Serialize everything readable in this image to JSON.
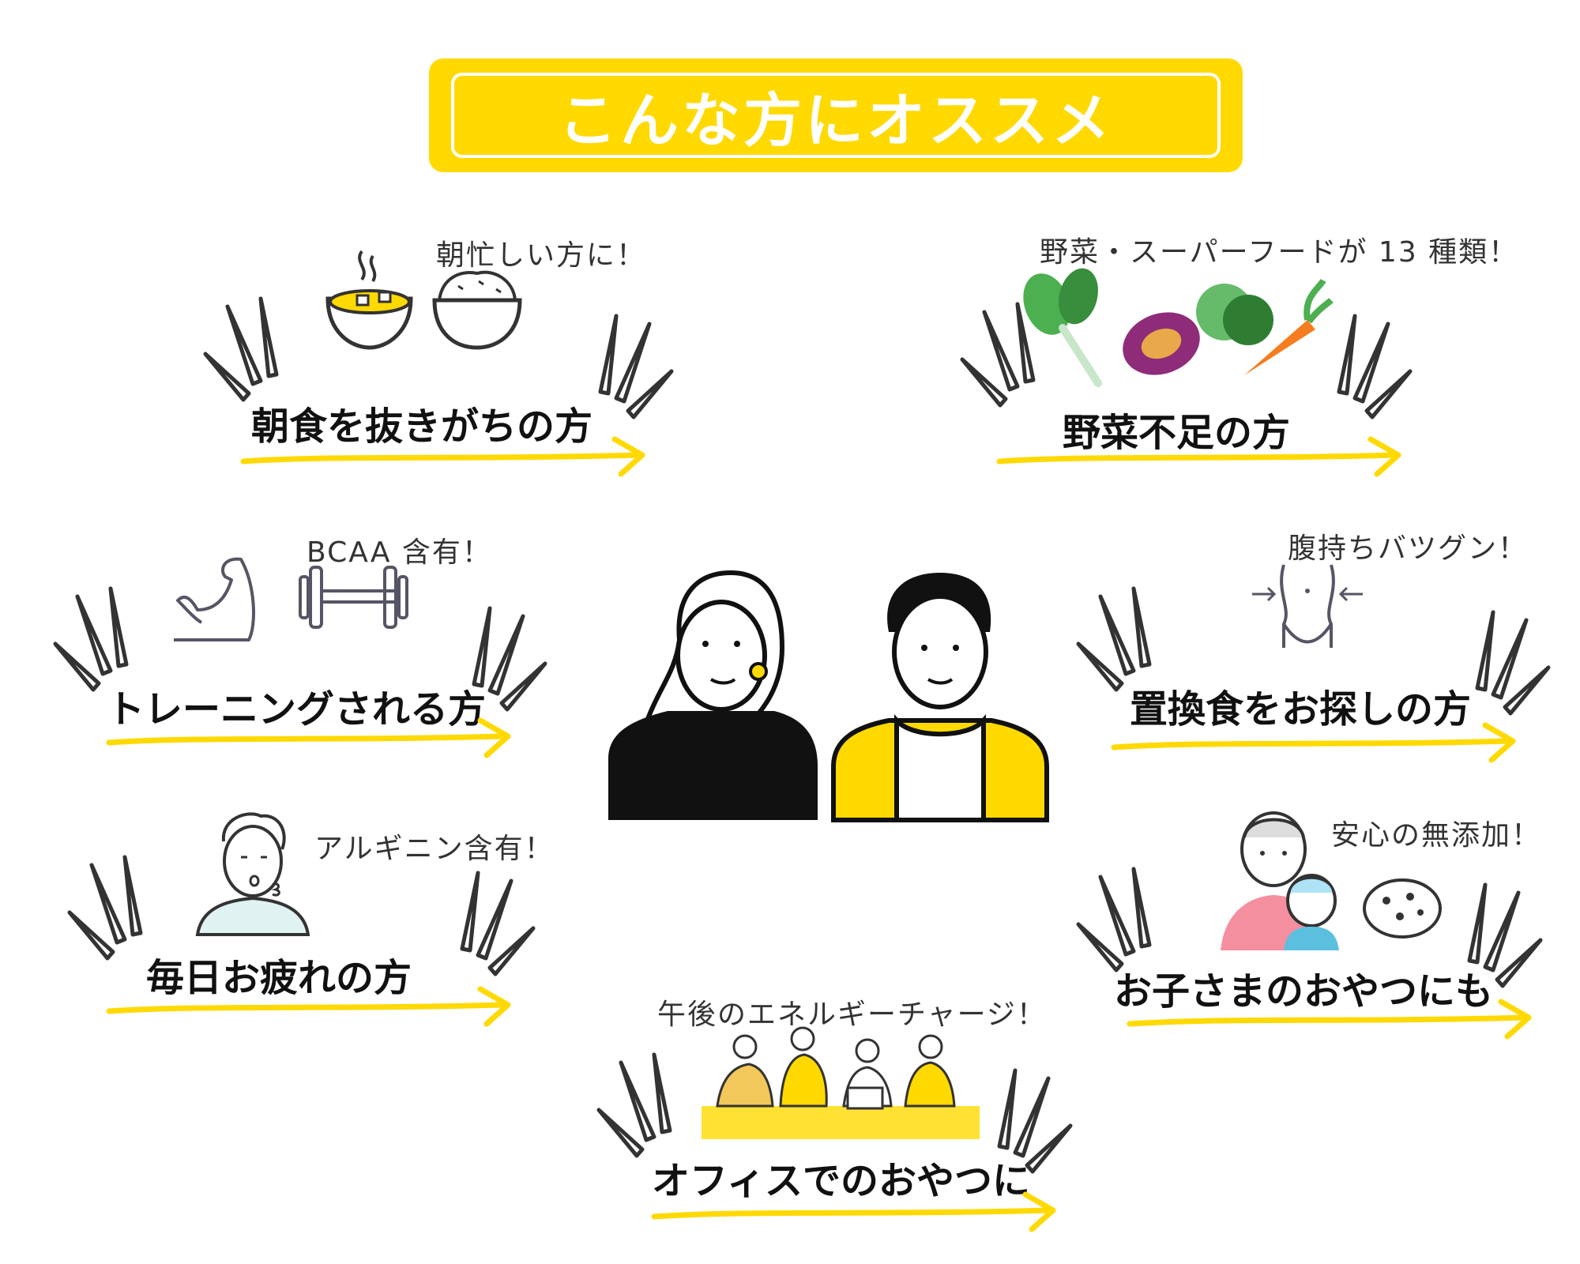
{
  "banner": {
    "title": "こんな方にオススメ"
  },
  "items": [
    {
      "caption": "朝忙しい方に！",
      "heading": "朝食を抜きがちの方"
    },
    {
      "caption": "野菜・スーパーフードが 13 種類！",
      "heading": "野菜不足の方"
    },
    {
      "caption": "BCAA 含有！",
      "heading": "トレーニングされる方"
    },
    {
      "caption": "腹持ちバツグン！",
      "heading": "置換食をお探しの方"
    },
    {
      "caption": "アルギニン含有！",
      "heading": "毎日お疲れの方"
    },
    {
      "caption": "安心の無添加！",
      "heading": "お子さまのおやつにも"
    },
    {
      "caption": "午後のエネルギーチャージ！",
      "heading": "オフィスでのおやつに"
    }
  ],
  "colors": {
    "accent": "#FFD900",
    "text": "#111111",
    "line": "#333333"
  }
}
